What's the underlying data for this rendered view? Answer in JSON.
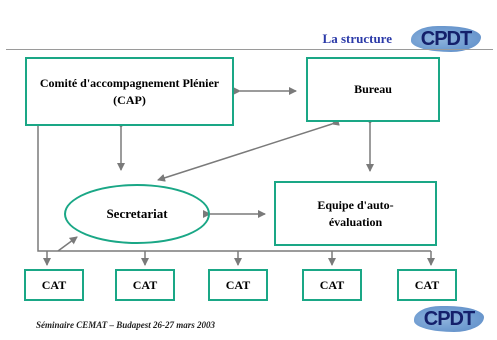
{
  "slide": {
    "title": "La structure",
    "footer": "Séminaire CEMAT – Budapest 26-27 mars 2003",
    "logo_text": "CPDT"
  },
  "diagram": {
    "nodes": {
      "cap": "Comité d'accompagnement Plénier (CAP)",
      "bureau": "Bureau",
      "secretariat": "Secretariat",
      "equipe": "Equipe d'auto-évaluation",
      "cat": [
        "CAT",
        "CAT",
        "CAT",
        "CAT",
        "CAT"
      ]
    }
  },
  "colors": {
    "box_border": "#1aa786",
    "title": "#2b3aa8",
    "arrow": "#7a7a7a"
  }
}
